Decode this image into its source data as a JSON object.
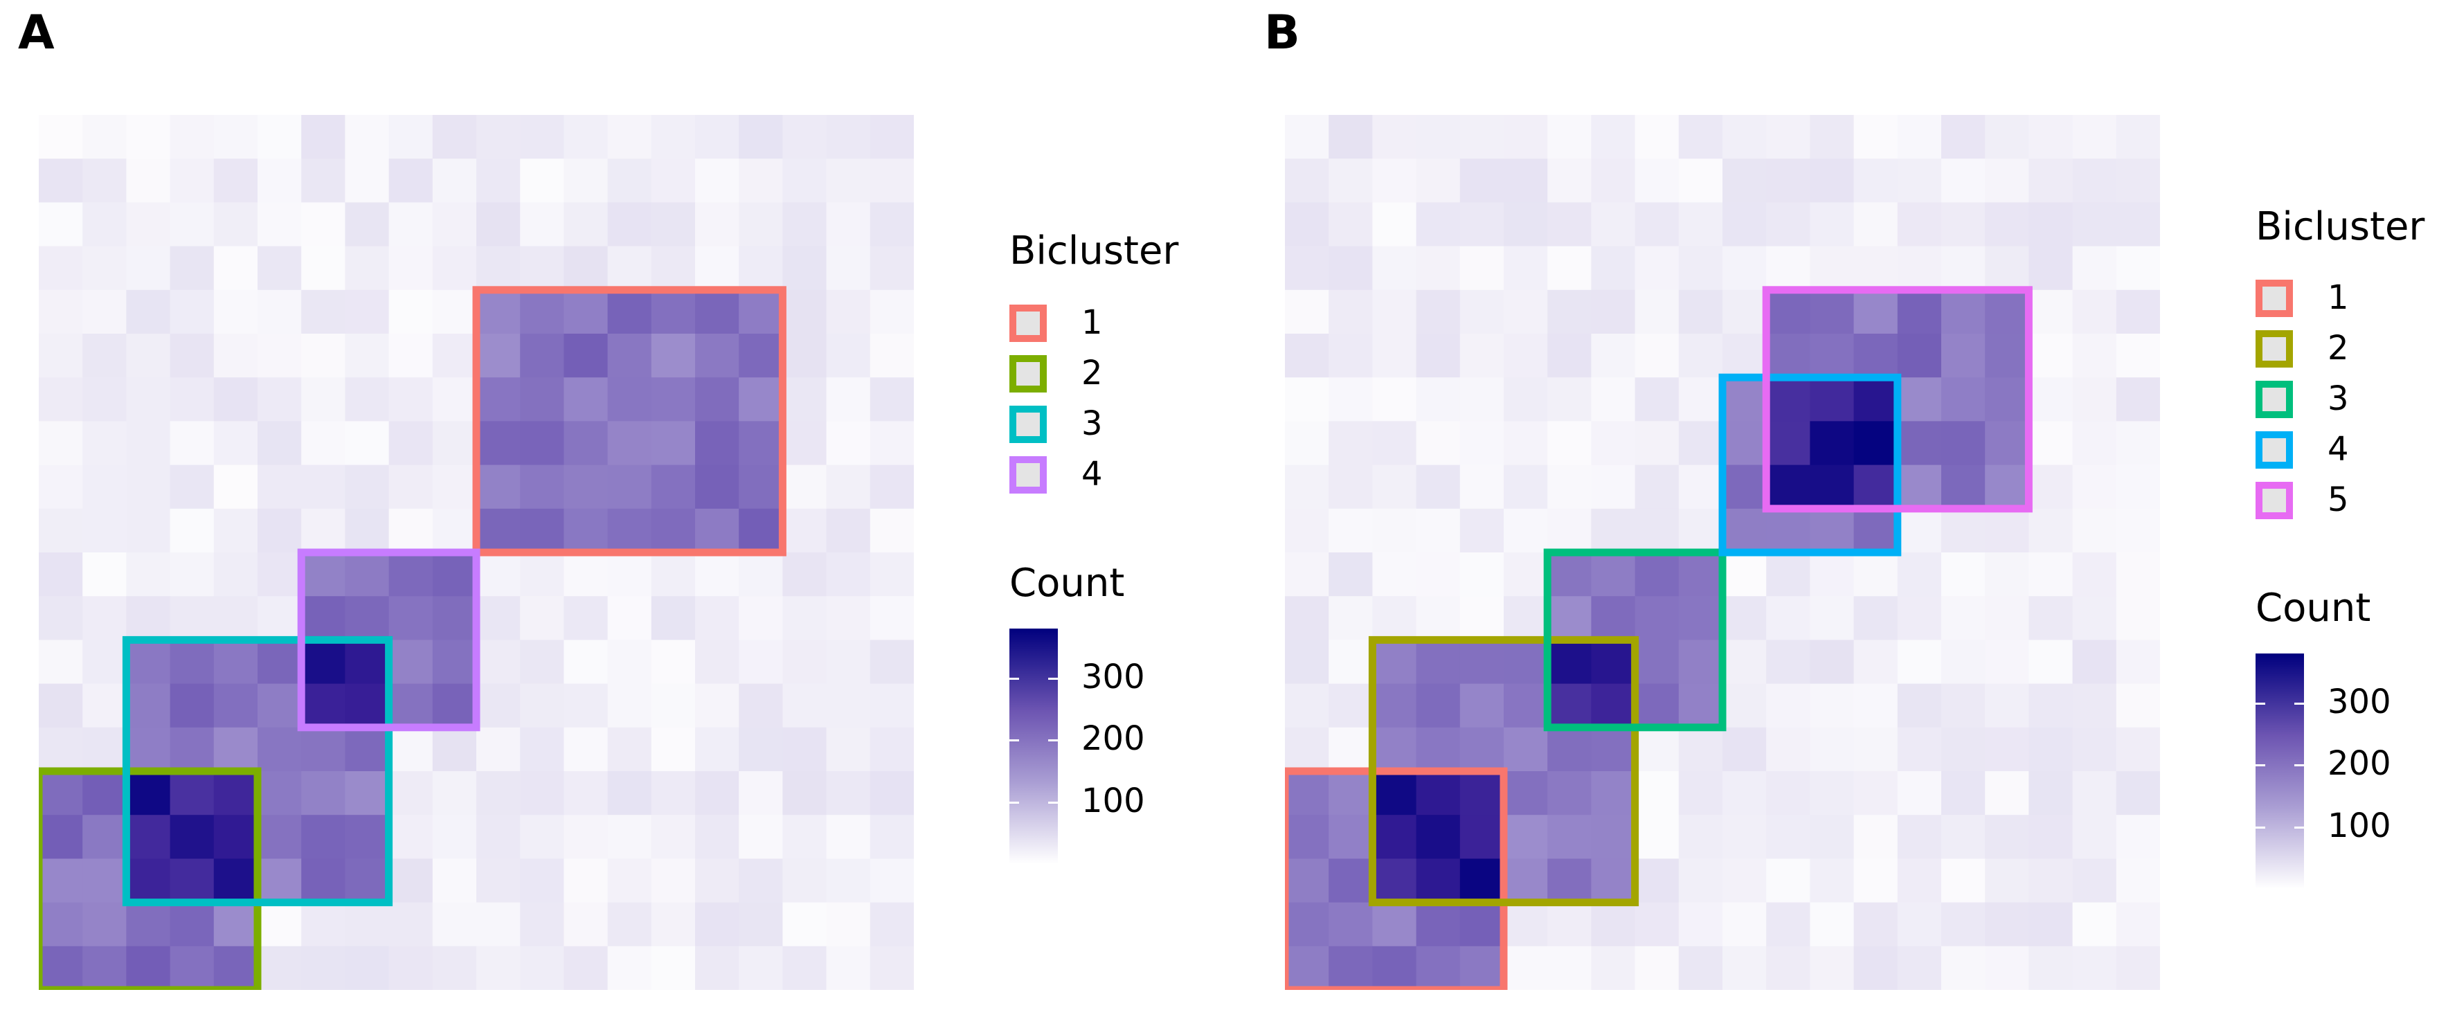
{
  "chart_data": [
    {
      "type": "heatmap",
      "panel_label": "A",
      "grid_size": [
        20,
        20
      ],
      "legend": {
        "bicluster_title": "Bicluster",
        "count_title": "Count"
      },
      "count_scale": {
        "min": 0,
        "max": 380,
        "ticks": [
          100,
          200,
          300
        ]
      },
      "biclusters": [
        {
          "name": "1",
          "color": "#F8766D",
          "col_start": 10,
          "col_end": 16,
          "row_start": 4,
          "row_end": 9
        },
        {
          "name": "2",
          "color": "#7CAE00",
          "col_start": 0,
          "col_end": 4,
          "row_start": 15,
          "row_end": 19
        },
        {
          "name": "3",
          "color": "#00BFC4",
          "col_start": 2,
          "col_end": 7,
          "row_start": 12,
          "row_end": 17
        },
        {
          "name": "4",
          "color": "#C77CFF",
          "col_start": 6,
          "col_end": 9,
          "row_start": 10,
          "row_end": 13
        }
      ]
    },
    {
      "type": "heatmap",
      "panel_label": "B",
      "grid_size": [
        20,
        20
      ],
      "legend": {
        "bicluster_title": "Bicluster",
        "count_title": "Count"
      },
      "count_scale": {
        "min": 0,
        "max": 380,
        "ticks": [
          100,
          200,
          300
        ]
      },
      "biclusters": [
        {
          "name": "1",
          "color": "#F8766D",
          "col_start": 0,
          "col_end": 4,
          "row_start": 15,
          "row_end": 19
        },
        {
          "name": "2",
          "color": "#A3A500",
          "col_start": 2,
          "col_end": 7,
          "row_start": 12,
          "row_end": 17
        },
        {
          "name": "3",
          "color": "#00BF7D",
          "col_start": 6,
          "col_end": 9,
          "row_start": 10,
          "row_end": 13
        },
        {
          "name": "4",
          "color": "#00B0F6",
          "col_start": 10,
          "col_end": 13,
          "row_start": 6,
          "row_end": 9
        },
        {
          "name": "5",
          "color": "#E76BF3",
          "col_start": 11,
          "col_end": 16,
          "row_start": 4,
          "row_end": 8
        }
      ]
    }
  ]
}
